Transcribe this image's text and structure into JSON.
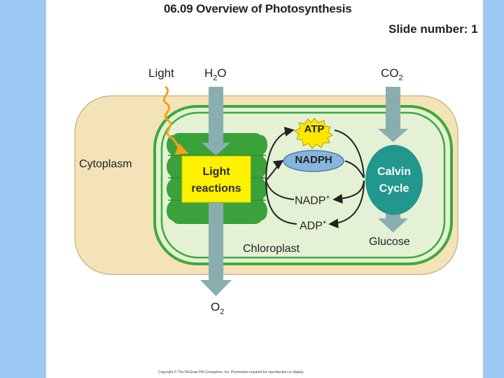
{
  "slide": {
    "title": "06.09 Overview of Photosynthesis",
    "slide_number": "Slide number: 1",
    "copyright": "Copyright © The McGraw-Hill Companies, Inc. Permission required for reproduction or display."
  },
  "diagram": {
    "light_label": "Light",
    "water_label_main": "H",
    "water_label_sub": "2",
    "water_label_tail": "O",
    "co2_label_main": "CO",
    "co2_label_sub": "2",
    "cytoplasm_label": "Cytoplasm",
    "light_reactions_line1": "Light",
    "light_reactions_line2": "reactions",
    "atp_label": "ATP",
    "nadph_label": "NADPH",
    "nadp_label_main": "NADP",
    "nadp_label_sup": "+",
    "adp_label_main": "ADP",
    "adp_label_sup": "+",
    "calvin_line1": "Calvin",
    "calvin_line2": "Cycle",
    "glucose_label": "Glucose",
    "chloroplast_label": "Chloroplast",
    "o2_label_main": "O",
    "o2_label_sub": "2"
  },
  "colors": {
    "cytoplasm": "#f4e3b8",
    "chloroplast_outer": "#3fa93a",
    "chloroplast_inner": "#e4f1d4",
    "thylakoid": "#3aa23a",
    "light_box": "#fff200",
    "arrow": "#8aaeb0",
    "calvin": "#21978e",
    "nadph": "#86b5dd",
    "atp": "#fde600",
    "sunlight": "#f4a21a"
  }
}
